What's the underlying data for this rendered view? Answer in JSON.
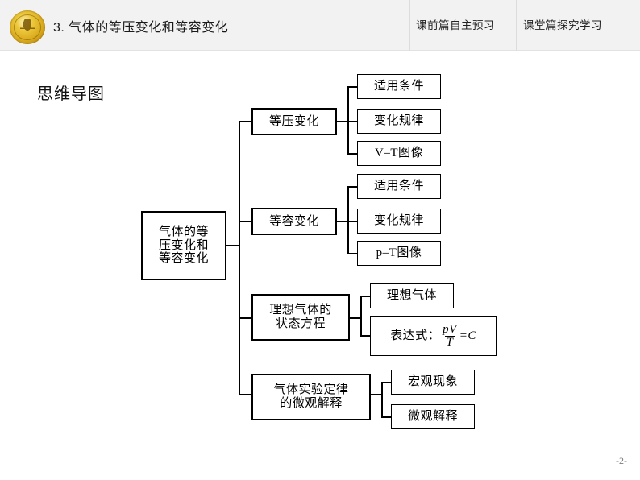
{
  "header": {
    "logo_name": "school-emblem",
    "title": "3. 气体的等压变化和等容变化",
    "tabs": [
      {
        "label": "课前篇自主预习"
      },
      {
        "label": "课堂篇探究学习"
      }
    ]
  },
  "section": {
    "title": "思维导图"
  },
  "mindmap": {
    "root": "气体的等\n压变化和\n等容变化",
    "branches": [
      {
        "label": "等压变化",
        "children": [
          {
            "label": "适用条件"
          },
          {
            "label": "变化规律"
          },
          {
            "label": "V–T图像"
          }
        ]
      },
      {
        "label": "等容变化",
        "children": [
          {
            "label": "适用条件"
          },
          {
            "label": "变化规律"
          },
          {
            "label": "p–T图像"
          }
        ]
      },
      {
        "label": "理想气体的\n状态方程",
        "children": [
          {
            "label": "理想气体"
          },
          {
            "label": "表达式：",
            "formula": {
              "prefix": "表达式：",
              "numerator": "pV",
              "denominator": "T",
              "equals": "=C"
            }
          }
        ]
      },
      {
        "label": "气体实验定律\n的微观解释",
        "children": [
          {
            "label": "宏观现象"
          },
          {
            "label": "微观解释"
          }
        ]
      }
    ]
  },
  "footer": {
    "page_number": "-2-"
  },
  "colors": {
    "header_bg": "#f2f2f2",
    "page_bg": "#ffffff",
    "line": "#000000",
    "logo_gold": "#d8a81c",
    "page_number": "#7d7d7d"
  }
}
